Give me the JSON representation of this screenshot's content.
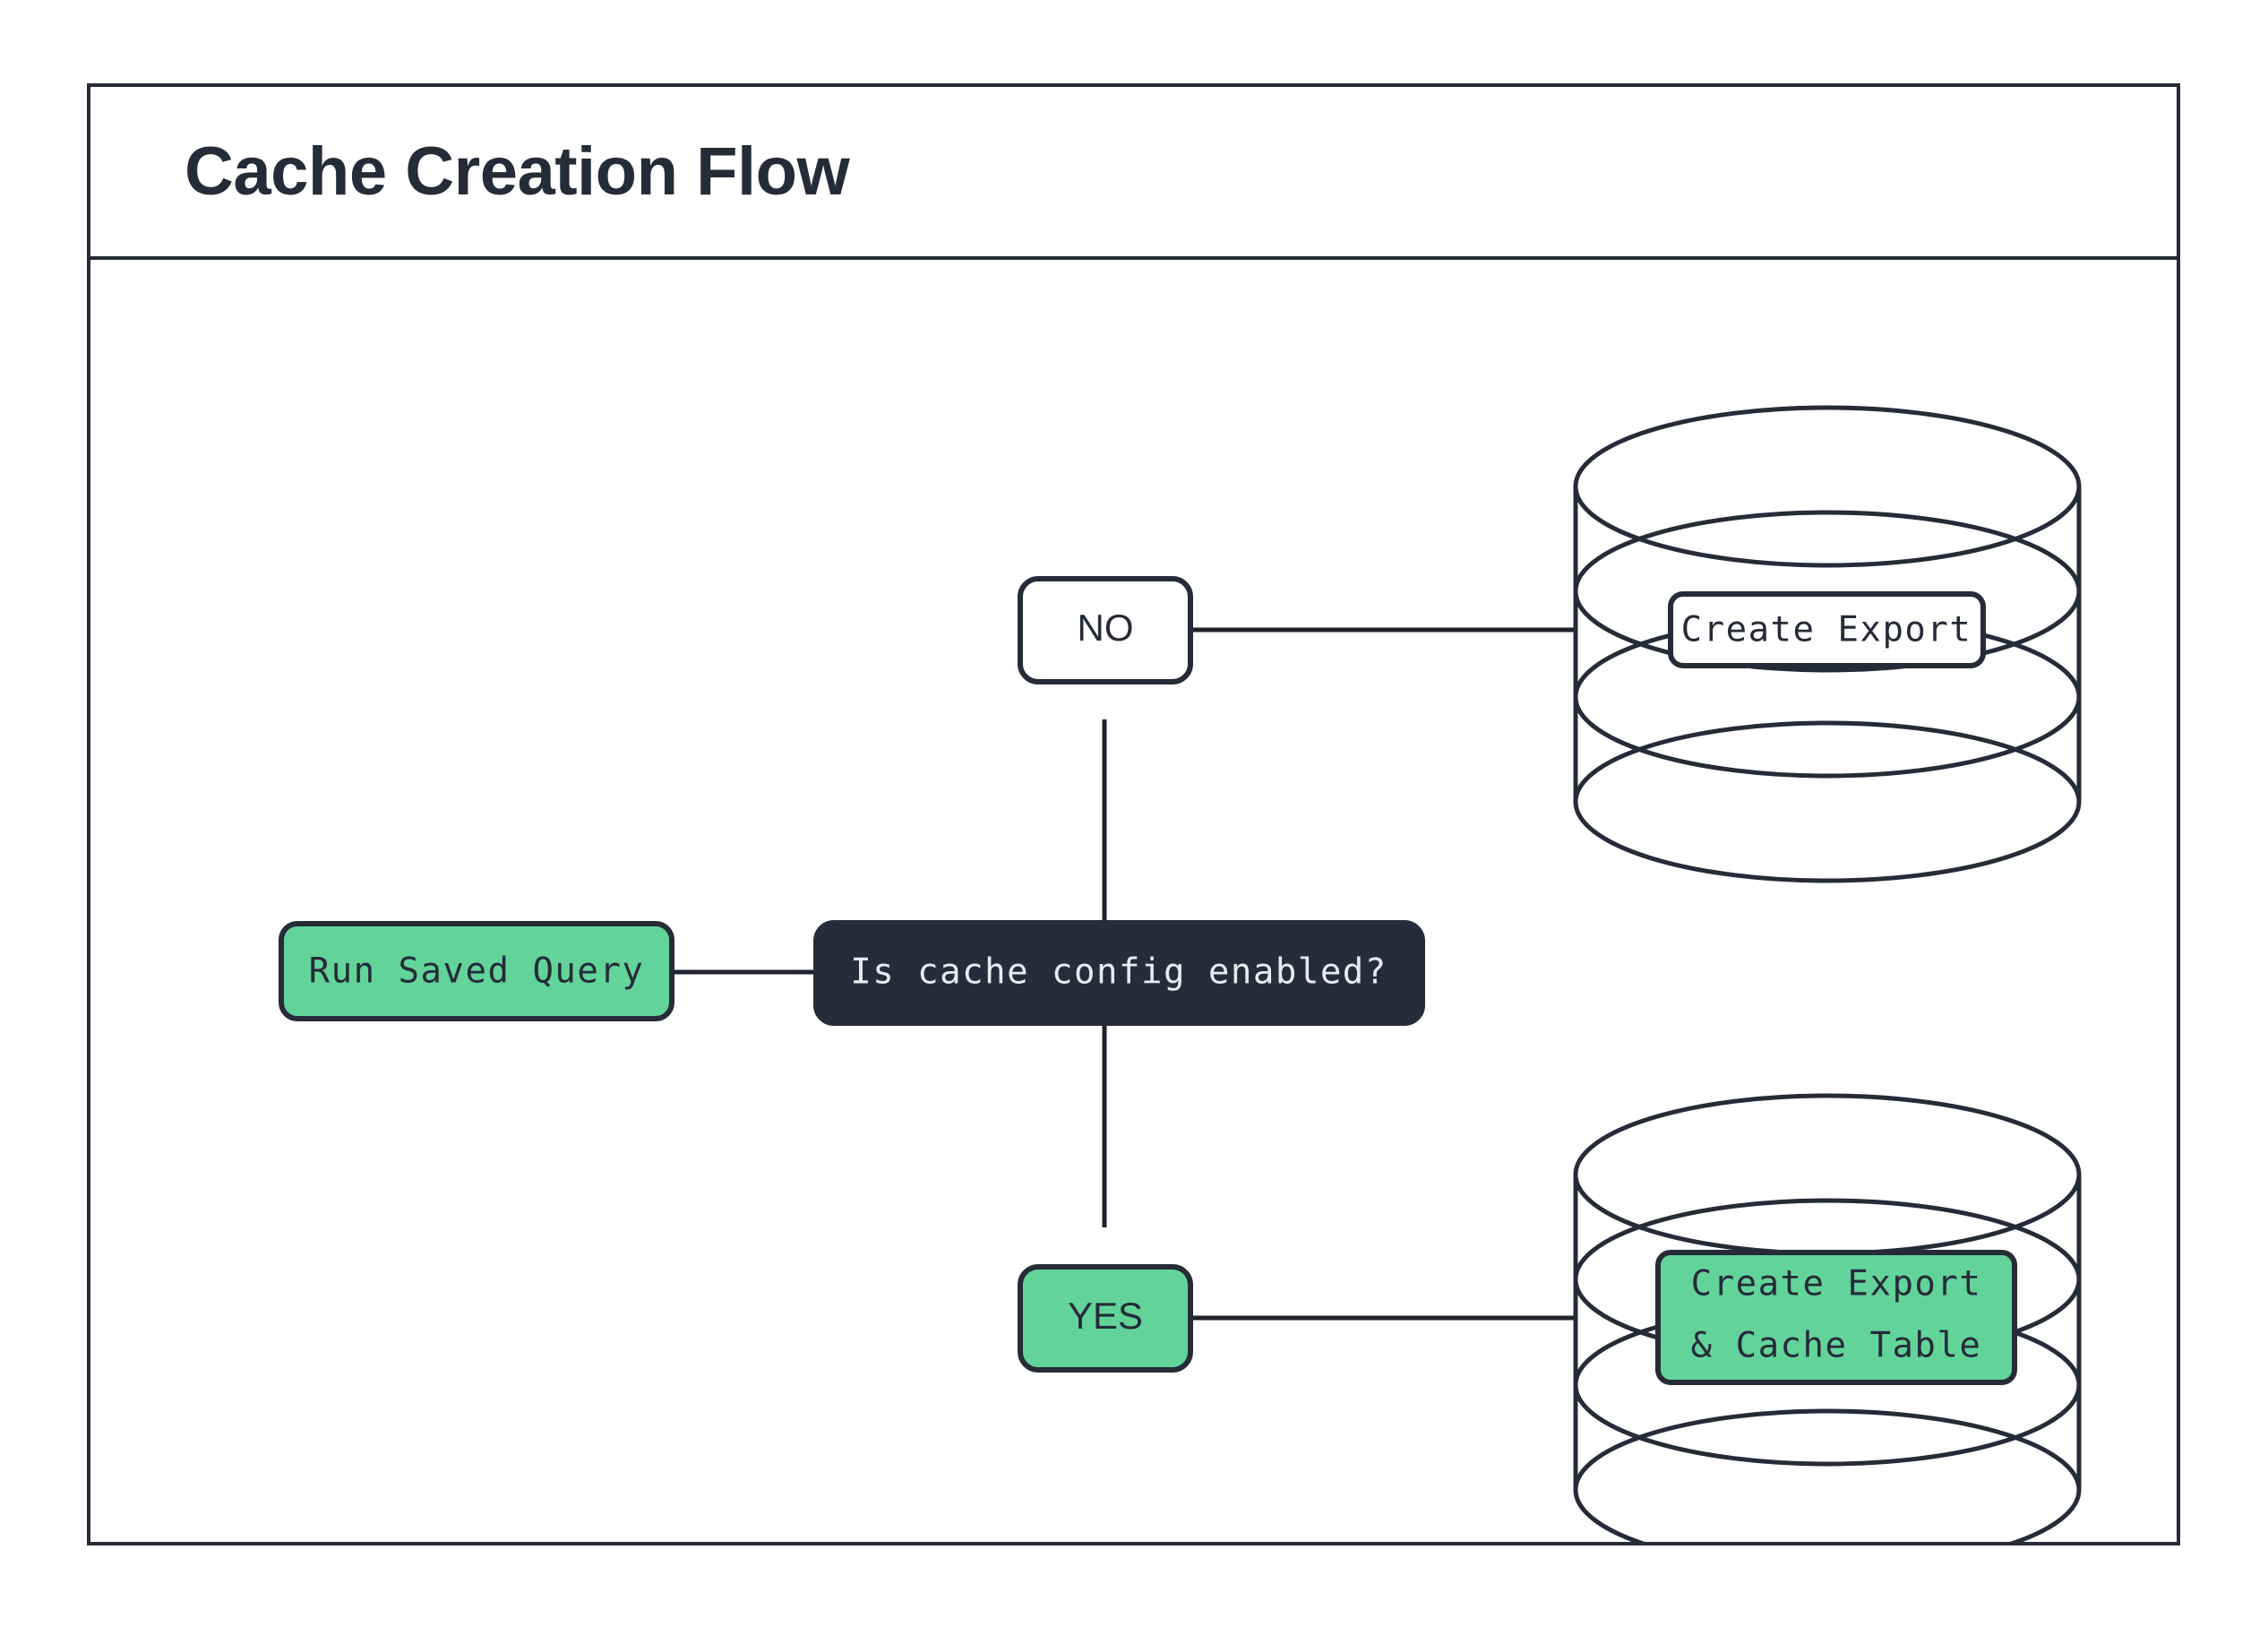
{
  "frame": {
    "title": "Cache Creation Flow",
    "border_color": "#262b38",
    "background": "#ffffff"
  },
  "palette": {
    "dark_navy": "#262b38",
    "decision_fill": "#282c3a",
    "green": "#62d49a",
    "white": "#ffffff",
    "edge": "#1f222e"
  },
  "nodes": {
    "run_saved_query": {
      "label": "Run Saved Query",
      "shape": "rounded-rect",
      "fill": "green"
    },
    "decision": {
      "label": "Is cache config enabled?",
      "shape": "rounded-rect",
      "fill": "dark"
    },
    "branch_no": {
      "label": "NO",
      "shape": "rounded-rect",
      "fill": "white"
    },
    "branch_yes": {
      "label": "YES",
      "shape": "rounded-rect",
      "fill": "green"
    },
    "db_top": {
      "shape": "database-cylinder",
      "fill": "white",
      "inner_label": {
        "line1": "Create Export",
        "fill": "white"
      }
    },
    "db_bottom": {
      "shape": "database-cylinder",
      "fill": "white",
      "inner_label": {
        "line1": "Create Export",
        "line2": "& Cache Table",
        "fill": "green"
      }
    }
  },
  "edges": [
    {
      "from": "run_saved_query",
      "to": "decision",
      "label": ""
    },
    {
      "from": "decision",
      "to": "branch_no",
      "label": ""
    },
    {
      "from": "branch_no",
      "to": "db_top",
      "label": ""
    },
    {
      "from": "decision",
      "to": "branch_yes",
      "label": ""
    },
    {
      "from": "branch_yes",
      "to": "db_bottom",
      "label": ""
    }
  ]
}
